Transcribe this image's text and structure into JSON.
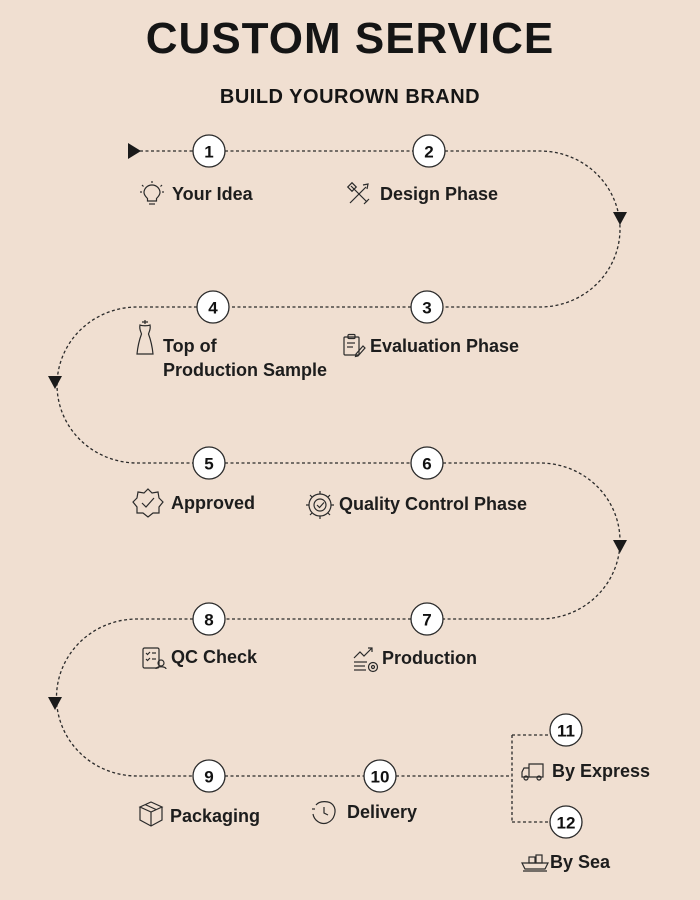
{
  "header": {
    "title": "CUSTOM SERVICE",
    "subtitle": "BUILD YOUROWN BRAND"
  },
  "steps": [
    {
      "number": "1",
      "label": "Your Idea",
      "icon": "lightbulb-icon"
    },
    {
      "number": "2",
      "label": "Design Phase",
      "icon": "design-tools-icon"
    },
    {
      "number": "3",
      "label": "Evaluation Phase",
      "icon": "clipboard-edit-icon"
    },
    {
      "number": "4",
      "label_line1": "Top of",
      "label_line2": "Production Sample",
      "icon": "dress-form-icon"
    },
    {
      "number": "5",
      "label": "Approved",
      "icon": "badge-check-icon"
    },
    {
      "number": "6",
      "label": "Quality Control Phase",
      "icon": "gear-check-icon"
    },
    {
      "number": "7",
      "label": "Production",
      "icon": "production-chart-icon"
    },
    {
      "number": "8",
      "label": "QC Check",
      "icon": "qc-checklist-icon"
    },
    {
      "number": "9",
      "label": "Packaging",
      "icon": "box-icon"
    },
    {
      "number": "10",
      "label": "Delivery",
      "icon": "clock-delivery-icon"
    },
    {
      "number": "11",
      "label": "By Express",
      "icon": "truck-icon"
    },
    {
      "number": "12",
      "label": "By Sea",
      "icon": "ship-icon"
    }
  ],
  "colors": {
    "background": "#f0dfd1",
    "line": "#2a2a2a",
    "circle_fill": "#ffffff",
    "text": "#1c1c1c"
  }
}
